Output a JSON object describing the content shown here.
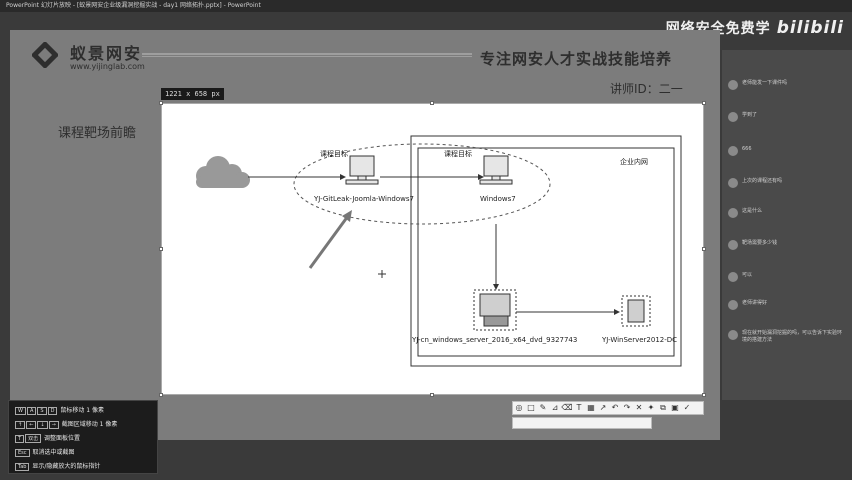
{
  "window": {
    "title": "PowerPoint 幻灯片放映 - [蚁景网安企业级漏洞挖掘实战 - day1 网络拓扑.pptx] - PowerPoint"
  },
  "watermark": {
    "text": "网络安全免费学",
    "logo": "bilibili"
  },
  "slide": {
    "brand_name": "蚁景网安",
    "brand_url": "www.yijinglab.com",
    "slogan": "专注网安人才实战技能培养",
    "lecturer": "讲师ID：二一",
    "section_title": "课程靶场前瞻"
  },
  "selection": {
    "size_label": "1221 x 658 px"
  },
  "diagram": {
    "target_label_1": "课程目标",
    "host_1": "YJ-GitLeak-Joomla-Windows7",
    "target_label_2": "课程目标",
    "host_2": "Windows7",
    "intranet_label": "企业内网",
    "host_3": "YJ-cn_windows_server_2016_x64_dvd_9327743",
    "host_4": "YJ-WinServer2012-DC"
  },
  "hints": [
    {
      "keys": [
        "W",
        "A",
        "S",
        "D"
      ],
      "label": "鼠标移动 1 像素"
    },
    {
      "keys": [
        "↑",
        "←",
        "↓",
        "→"
      ],
      "label": "截图区域移动 1 像素"
    },
    {
      "keys": [
        "T",
        "双击"
      ],
      "label": "调整面板位置"
    },
    {
      "keys": [
        "Esc"
      ],
      "label": "取消选中或截图"
    },
    {
      "keys": [
        "Tab"
      ],
      "label": "显示/隐藏放大的鼠标指针"
    }
  ],
  "chat": [
    {
      "text": "老师能发一下课件吗"
    },
    {
      "text": "学到了"
    },
    {
      "text": "666"
    },
    {
      "text": "上次的课程还有吗"
    },
    {
      "text": "这是什么"
    },
    {
      "text": "靶场需要多少钱"
    },
    {
      "text": "可以"
    },
    {
      "text": "老师讲得好"
    },
    {
      "text": "现在就开始漏洞挖掘的吗，可以告诉下实验环境的搭建方法"
    }
  ],
  "colors": {
    "slide_bg": "#7c7c7c",
    "selected_bg": "#ffffff",
    "chat_bg": "#4a4a4a"
  }
}
